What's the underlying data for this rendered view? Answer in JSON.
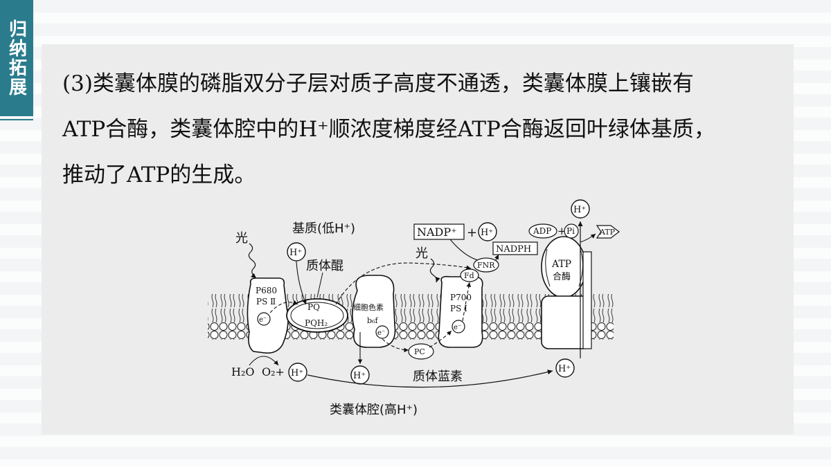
{
  "sidebar": {
    "label": "归纳拓展",
    "color": "#2a7c8d"
  },
  "paragraph": {
    "line1": "(3)类囊体膜的磷脂双分子层对质子高度不通透，类囊体膜上镶嵌有",
    "line2": "ATP合酶，类囊体腔中的H⁺顺浓度梯度经ATP合酶返回叶绿体基质，",
    "line3": "推动了ATP的生成。"
  },
  "diagram": {
    "stroma_label": "基质(低H⁺)",
    "lumen_label": "类囊体腔(高H⁺)",
    "light1": "光",
    "light2": "光",
    "ps2_name1": "P680",
    "ps2_name2": "PS Ⅱ",
    "pq": "PQ",
    "pqh2": "PQH₂",
    "plastoquinone": "质体醌",
    "cyt_name1": "细胞色素",
    "cyt_name2": "b₆f",
    "ps1_name1": "P700",
    "ps1_name2": "PS Ⅰ",
    "pc": "PC",
    "plastocyanin": "质体蓝素",
    "fd": "Fd",
    "fnr": "FNR",
    "nadp": "NADP⁺",
    "plus": "+",
    "nadph": "NADPH",
    "adp": "ADP",
    "pi": "Pi",
    "atp": "ATP",
    "atp_synthase1": "ATP",
    "atp_synthase2": "合酶",
    "h2o": "H₂O",
    "o2": "O₂+",
    "hplus": "H⁺",
    "electron": "e⁻"
  }
}
